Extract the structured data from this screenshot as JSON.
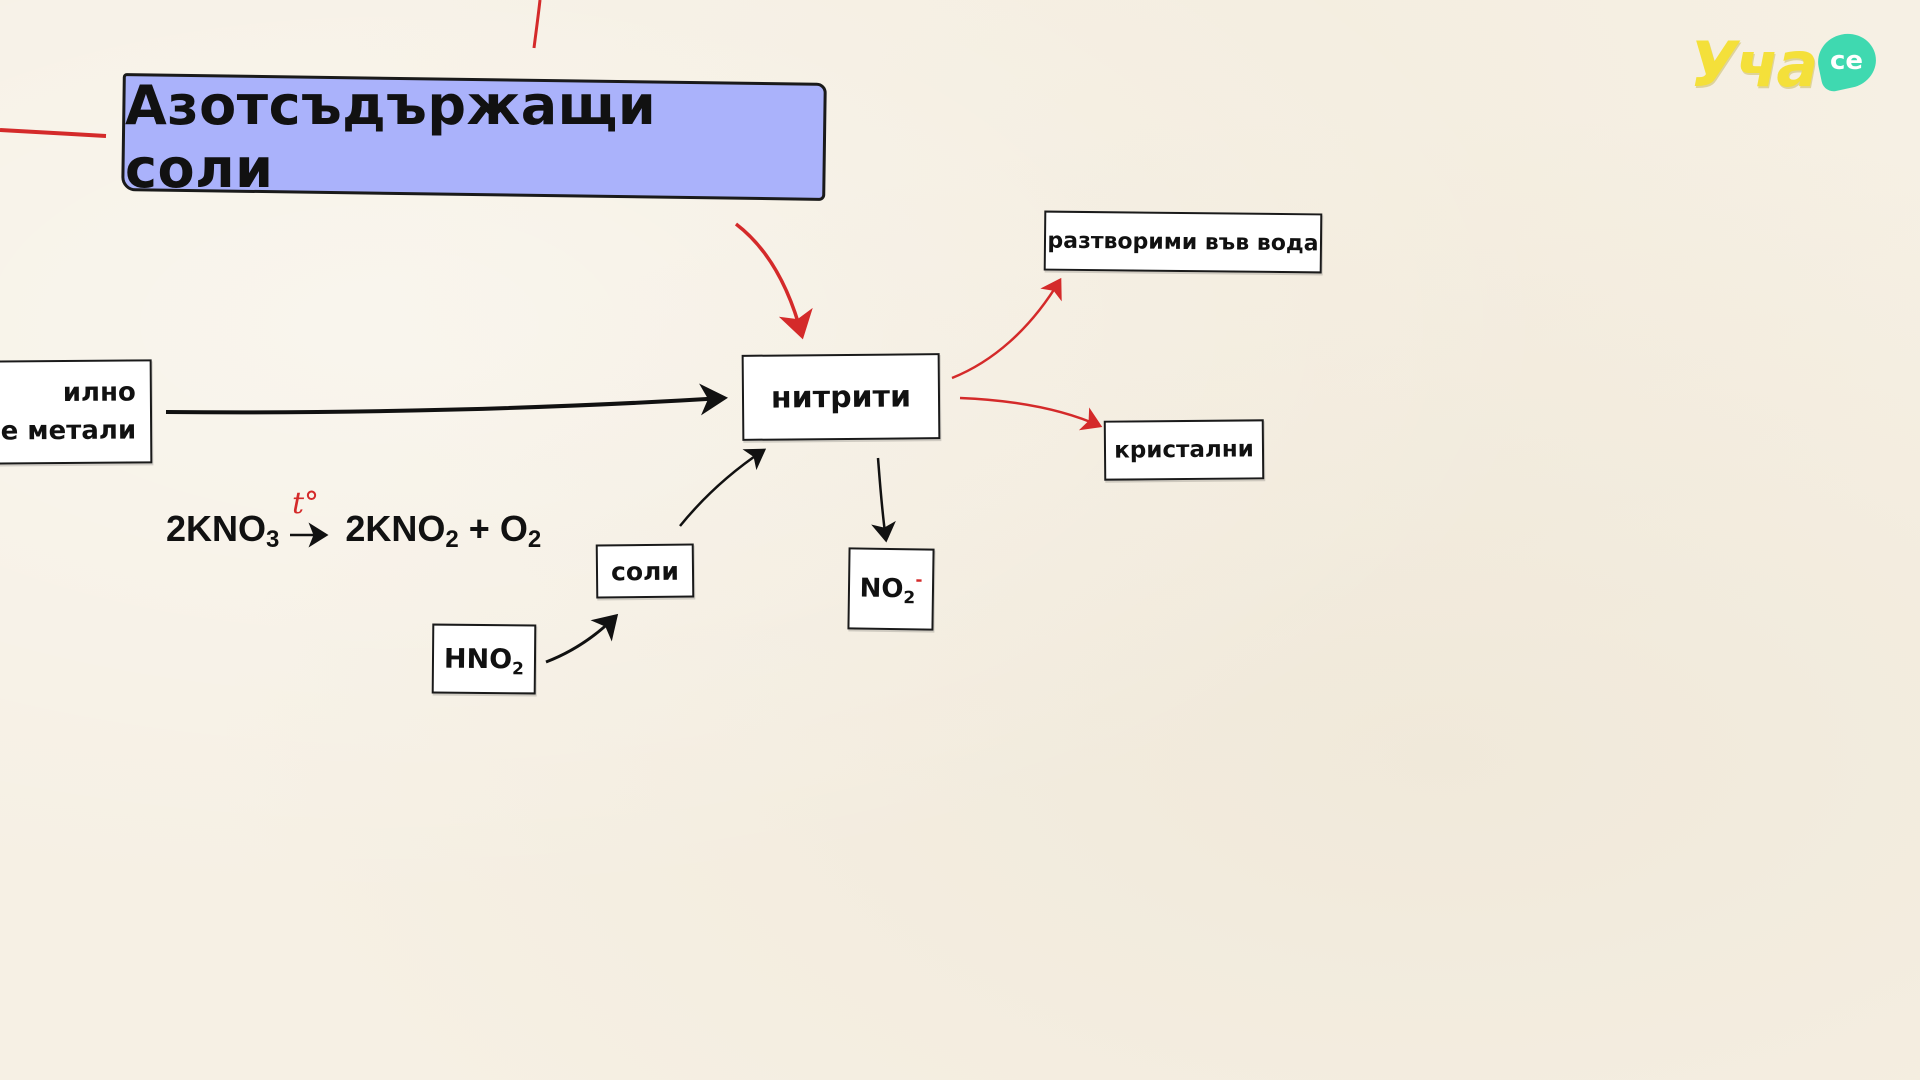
{
  "title": "Азотсъдържащи соли",
  "nodes": {
    "nitriti": "нитрити",
    "razt": "разтворими във вода",
    "krist": "кристални",
    "no2": "NO",
    "soli": "соли",
    "hno2": "HNO",
    "left_line1": "илно",
    "left_line2": "е метали"
  },
  "equation": {
    "reactant": "2KNO",
    "reactant_sub": "3",
    "condition": "t°",
    "product1": "2KNO",
    "product1_sub": "2",
    "plus": "+",
    "product2": "O",
    "product2_sub": "2"
  },
  "subscripts": {
    "two": "2",
    "minus": "-"
  },
  "logo": {
    "text": "Уча",
    "badge": "ce"
  },
  "colors": {
    "background": "#f6f0e4",
    "banner": "#aab2fb",
    "accent_red": "#d42a2a",
    "logo_yellow": "#f4e03a",
    "logo_teal": "#3fd9b0"
  }
}
